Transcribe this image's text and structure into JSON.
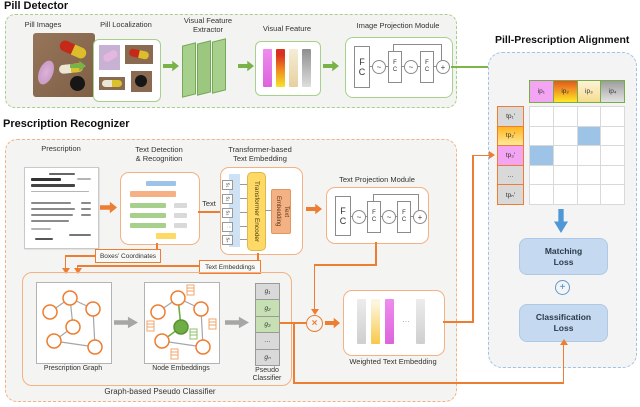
{
  "pill_detector": {
    "title": "Pill Detector",
    "pill_images_label": "Pill Images",
    "pill_localization_label": "Pill Localization",
    "visual_feature_extractor_label": "Visual Feature\nExtractor",
    "visual_feature_label": "Visual Feature",
    "image_projection_module_label": "Image Projection Module"
  },
  "projection_module": {
    "fc": "F\nC",
    "tilde": "~",
    "plus": "+"
  },
  "alignment": {
    "title": "Pill-Prescription Alignment",
    "image_tokens": [
      "ip₁",
      "ip₂",
      "ip₃",
      "ip₄"
    ],
    "text_tokens": [
      "tp₁′",
      "tp₂′",
      "tp₃′",
      "…",
      "tpₙ′"
    ],
    "grid": {
      "rows": 5,
      "cols": 4,
      "highlighted": [
        [
          1,
          2
        ],
        [
          2,
          0
        ]
      ]
    },
    "matching_loss": "Matching\nLoss",
    "plus": "+",
    "classification_loss": "Classification\nLoss"
  },
  "prescription_recognizer": {
    "title": "Prescription Recognizer",
    "prescription_label": "Prescription",
    "text_detection_label": "Text Detection\n& Recognition",
    "text_label": "Text",
    "transformer_label": "Transformer-based\nText Embedding",
    "tokens": [
      "s₁",
      "s₂",
      "s₃",
      "⋮",
      "sₙ"
    ],
    "transformer_encoder_label": "Transformer Encoder",
    "text_embedding_label": "Text\nEmbedding",
    "text_projection_module_label": "Text Projection Module",
    "boxes_coordinates_label": "Boxes’ Coordinates",
    "text_embeddings_label": "Text Embeddings",
    "graph_classifier": {
      "label": "Graph-based Pseudo Classifier",
      "prescription_graph_label": "Prescription Graph",
      "node_embeddings_label": "Node Embeddings",
      "pseudo_classifier_label": "Pseudo\nClassifier",
      "weights": [
        "g₁",
        "g₂",
        "g₃",
        "…",
        "gₙ"
      ]
    },
    "multiply": "×",
    "weighted_text_embedding_label": "Weighted Text Embedding"
  },
  "colors": {
    "green_accent": "#79b249",
    "green_light": "#a8d08d",
    "orange_accent": "#ed7d31",
    "orange_light": "#f5b183",
    "blue_accent": "#5b9bd5",
    "blue_light": "#9dc3e6",
    "highlight_cell": "#9dc3e6"
  }
}
